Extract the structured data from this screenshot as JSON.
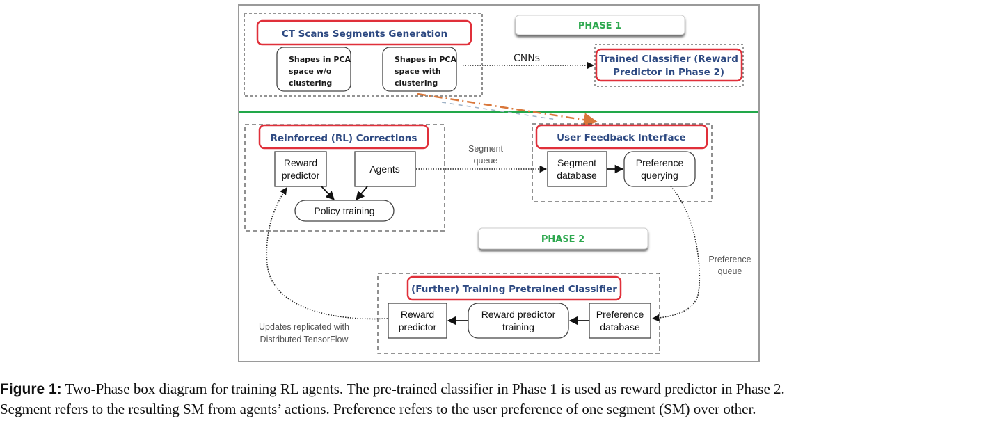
{
  "phases": {
    "phase1": "PHASE 1",
    "phase2": "PHASE 2"
  },
  "phase1": {
    "group_title": "CT Scans Segments Generation",
    "node_a": [
      "Shapes in PCA",
      "space w/o",
      "clustering"
    ],
    "node_b": [
      "Shapes in PCA",
      "space with",
      "clustering"
    ],
    "edge_label": "CNNs",
    "classifier": [
      "Trained Classifier (Reward",
      "Predictor in Phase 2)"
    ]
  },
  "rl": {
    "group_title": "Reinforced (RL) Corrections",
    "reward_predictor": [
      "Reward",
      "predictor"
    ],
    "agents": "Agents",
    "policy_training": "Policy training",
    "segment_queue": [
      "Segment",
      "queue"
    ]
  },
  "feedback": {
    "group_title": "User Feedback Interface",
    "segment_database": [
      "Segment",
      "database"
    ],
    "preference_querying": [
      "Preference",
      "querying"
    ],
    "preference_queue": [
      "Preference",
      "queue"
    ]
  },
  "training": {
    "group_title": "(Further) Training  Pretrained Classifier",
    "reward_predictor": [
      "Reward",
      "predictor"
    ],
    "reward_predictor_training": [
      "Reward predictor",
      "training"
    ],
    "preference_database": [
      "Preference",
      "database"
    ],
    "updates_note": [
      "Updates replicated with",
      "Distributed TensorFlow"
    ]
  },
  "colors": {
    "title_red": "#e0303a",
    "title_blue": "#2e4a82",
    "phase_green": "#2ea84f",
    "divider_green": "#22a84a",
    "cross_arrow_orange": "#d9773a"
  },
  "caption": {
    "label": "Figure 1:",
    "line1": " Two-Phase box diagram for training RL agents. The pre-trained classifier in Phase 1 is used as reward predictor in Phase 2.",
    "line2": "Segment refers to the resulting SM from agents’ actions. Preference refers to the user preference of one segment (SM) over other."
  }
}
